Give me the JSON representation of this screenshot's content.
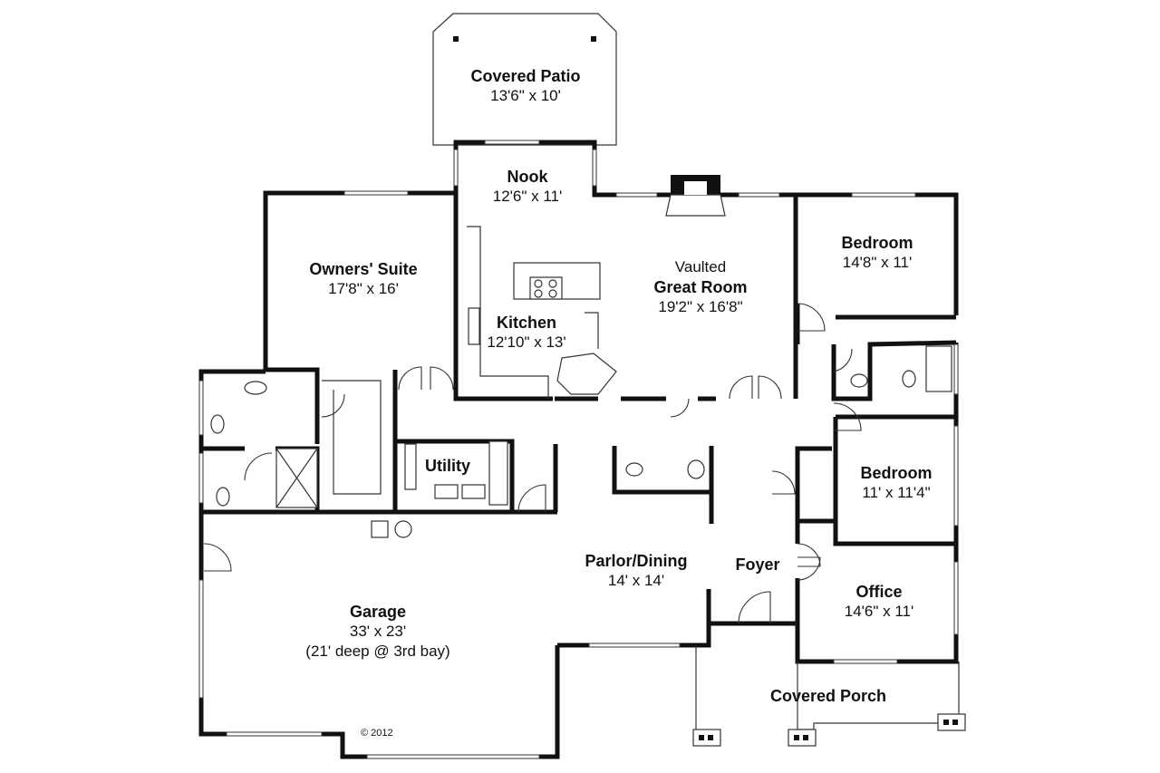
{
  "rooms": {
    "covered_patio": {
      "name": "Covered Patio",
      "dim": "13'6\" x 10'"
    },
    "nook": {
      "name": "Nook",
      "dim": "12'6\" x 11'"
    },
    "great_room": {
      "prefix": "Vaulted",
      "name": "Great Room",
      "dim": "19'2\" x 16'8\""
    },
    "bedroom_1": {
      "name": "Bedroom",
      "dim": "14'8\" x 11'"
    },
    "owners_suite": {
      "name": "Owners' Suite",
      "dim": "17'8\" x 16'"
    },
    "kitchen": {
      "name": "Kitchen",
      "dim": "12'10\" x 13'"
    },
    "utility": {
      "name": "Utility"
    },
    "bedroom_2": {
      "name": "Bedroom",
      "dim": "11' x 11'4\""
    },
    "parlor_dining": {
      "name": "Parlor/Dining",
      "dim": "14' x 14'"
    },
    "foyer": {
      "name": "Foyer"
    },
    "office": {
      "name": "Office",
      "dim": "14'6\" x 11'"
    },
    "garage": {
      "name": "Garage",
      "dim": "33' x 23'",
      "note": "(21' deep @ 3rd bay)"
    },
    "covered_porch": {
      "name": "Covered Porch"
    }
  },
  "copyright": "© 2012"
}
